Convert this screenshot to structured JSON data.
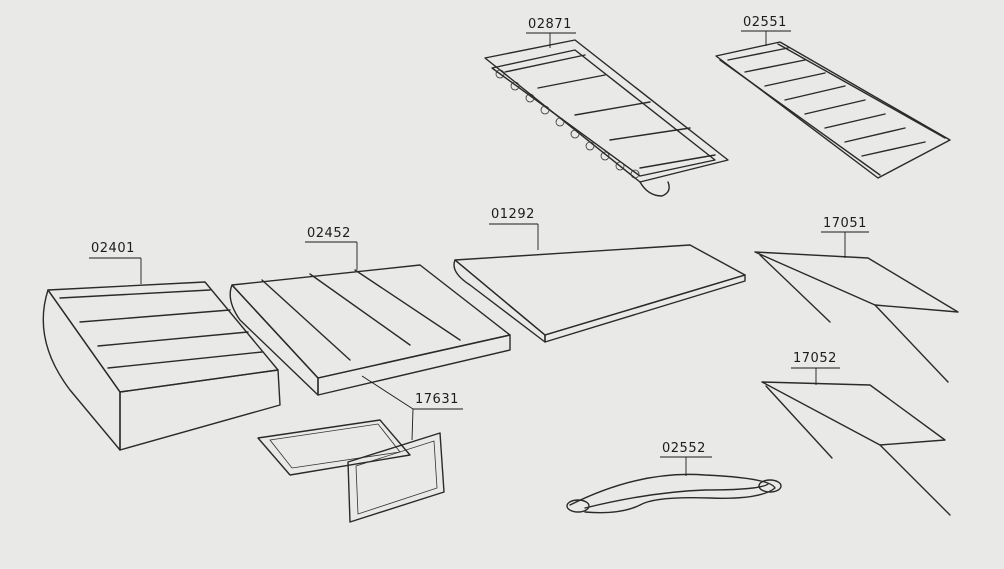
{
  "parts": [
    {
      "id": "frame-top",
      "number": "02871"
    },
    {
      "id": "ladder-rack",
      "number": "02551"
    },
    {
      "id": "wing-section-right",
      "number": "01292"
    },
    {
      "id": "wing-section-middle",
      "number": "02452"
    },
    {
      "id": "wing-section-left",
      "number": "02401"
    },
    {
      "id": "panel-cover",
      "number": "17631"
    },
    {
      "id": "net-panel-upper",
      "number": "17051"
    },
    {
      "id": "net-panel-lower",
      "number": "17052"
    },
    {
      "id": "cable-loop",
      "number": "02552"
    }
  ]
}
